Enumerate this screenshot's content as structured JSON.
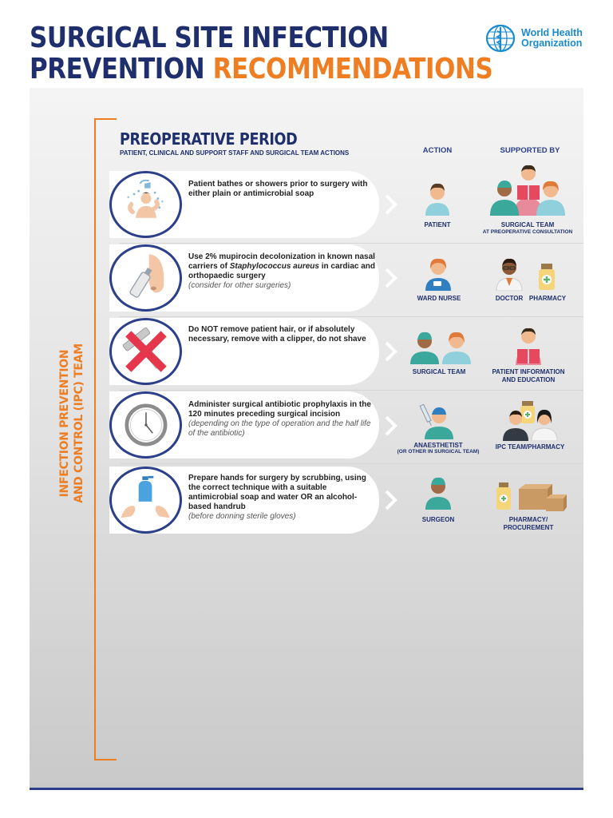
{
  "title": {
    "line1": "SURGICAL SITE INFECTION",
    "line2_a": "PREVENTION",
    "line2_b": "RECOMMENDATIONS"
  },
  "logo": {
    "line1": "World Health",
    "line2": "Organization",
    "icon": "who-emblem-icon"
  },
  "side_label": {
    "line1": "INFECTION PREVENTION",
    "line2": "AND CONTROL (IPC) TEAM"
  },
  "section": {
    "title": "PREOPERATIVE PERIOD",
    "subtitle": "PATIENT, CLINICAL AND SUPPORT STAFF AND SURGICAL TEAM ACTIONS"
  },
  "columns": {
    "action": "ACTION",
    "supported_by": "SUPPORTED BY"
  },
  "rows": [
    {
      "icon": "shower-icon",
      "text": "Patient bathes or showers prior to surgery with either plain or antimicrobial soap",
      "action": [
        "PATIENT"
      ],
      "support": [
        "SURGICAL TEAM"
      ],
      "support_sub": "AT PREOPERATIVE CONSULTATION"
    },
    {
      "icon": "nasal-ointment-icon",
      "text_a": "Use 2% mupirocin decolonization in known nasal carriers of ",
      "text_italic": "Staphylococcus aureus",
      "text_b": " in cardiac and orthopaedic surgery",
      "note": "(consider for other surgeries)",
      "action": [
        "WARD NURSE"
      ],
      "support": [
        "DOCTOR",
        "PHARMACY"
      ]
    },
    {
      "icon": "razor-crossed-icon",
      "text": "Do NOT remove patient hair, or if absolutely necessary, remove with a clipper, do not shave",
      "action": [
        "SURGICAL TEAM"
      ],
      "support_l1": "PATIENT INFORMATION",
      "support_l2": "AND EDUCATION"
    },
    {
      "icon": "clock-icon",
      "text": "Administer surgical antibiotic prophylaxis in the 120 minutes preceding surgical incision",
      "note": "(depending on the type of operation and the half life of the antibiotic)",
      "action": [
        "ANAESTHETIST"
      ],
      "action_sub": "(OR OTHER IN SURGICAL TEAM)",
      "support": [
        "IPC TEAM/PHARMACY"
      ]
    },
    {
      "icon": "hand-wash-icon",
      "text": "Prepare hands for surgery by scrubbing, using the correct technique with a suitable antimicrobial soap and water OR an alcohol-based handrub",
      "note": "(before donning sterile gloves)",
      "action": [
        "SURGEON"
      ],
      "support_l1": "PHARMACY/",
      "support_l2": "PROCUREMENT"
    }
  ],
  "colors": {
    "navy": "#1f2f6e",
    "orange": "#ef7d22",
    "circle_border": "#2b3f8a"
  }
}
